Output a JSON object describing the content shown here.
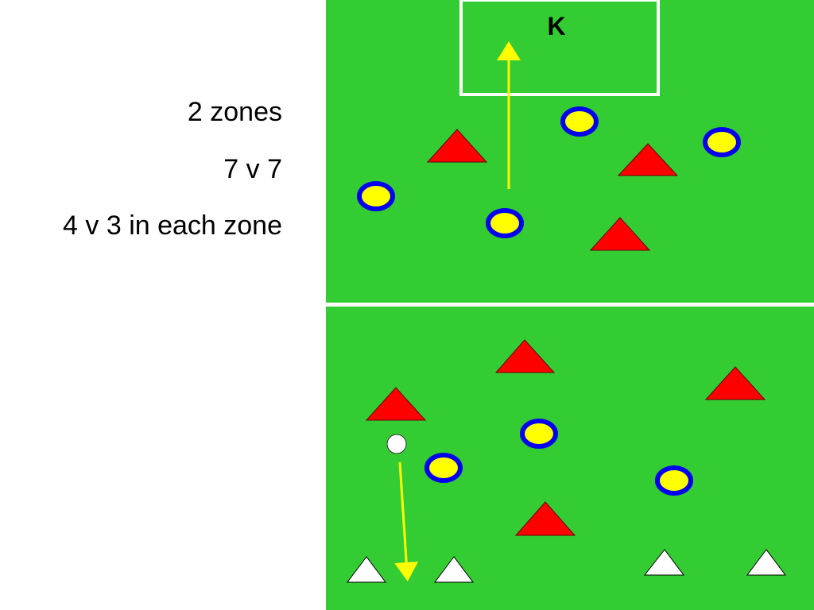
{
  "description_lines": [
    "2 zones",
    "7 v 7",
    "4 v 3 in each zone"
  ],
  "keeper_label": "K",
  "colors": {
    "field": "#33cc33",
    "lines": "#ffffff",
    "defender": "#ff0000",
    "attacker_ring": "#0000ee",
    "attacker_fill": "#ffff00",
    "movement_arrow": "#ffff00",
    "goal_marker": "#ffffff",
    "ball": "#ffffff"
  },
  "icons": {
    "defender": "red-triangle-icon",
    "attacker": "blue-yellow-disc-icon",
    "ball": "ball-icon",
    "goal_marker": "white-triangle-icon",
    "arrow": "arrow-icon"
  },
  "zones": [
    "upper-zone",
    "lower-zone"
  ]
}
